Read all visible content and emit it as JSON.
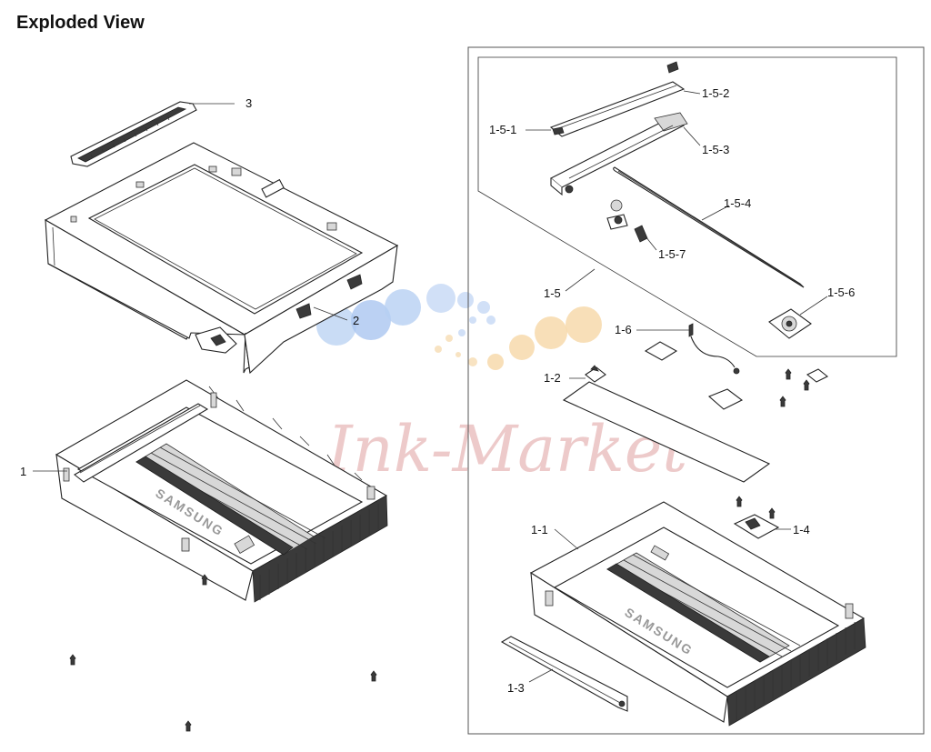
{
  "page": {
    "title": "Exploded View"
  },
  "watermark": {
    "text": "Ink-Market",
    "dot_colors": [
      "#a9c6ef",
      "#f7d7a6",
      "#c9daf5"
    ]
  },
  "diagram": {
    "labels": {
      "part_3": "3",
      "part_2": "2",
      "part_1": "1",
      "part_1_5_2": "1-5-2",
      "part_1_5_1": "1-5-1",
      "part_1_5_3": "1-5-3",
      "part_1_5_4": "1-5-4",
      "part_1_5_7": "1-5-7",
      "part_1_5": "1-5",
      "part_1_5_6": "1-5-6",
      "part_1_6": "1-6",
      "part_1_2": "1-2",
      "part_1_1": "1-1",
      "part_1_4": "1-4",
      "part_1_3": "1-3"
    },
    "brand_text": "SAMSUNG"
  }
}
